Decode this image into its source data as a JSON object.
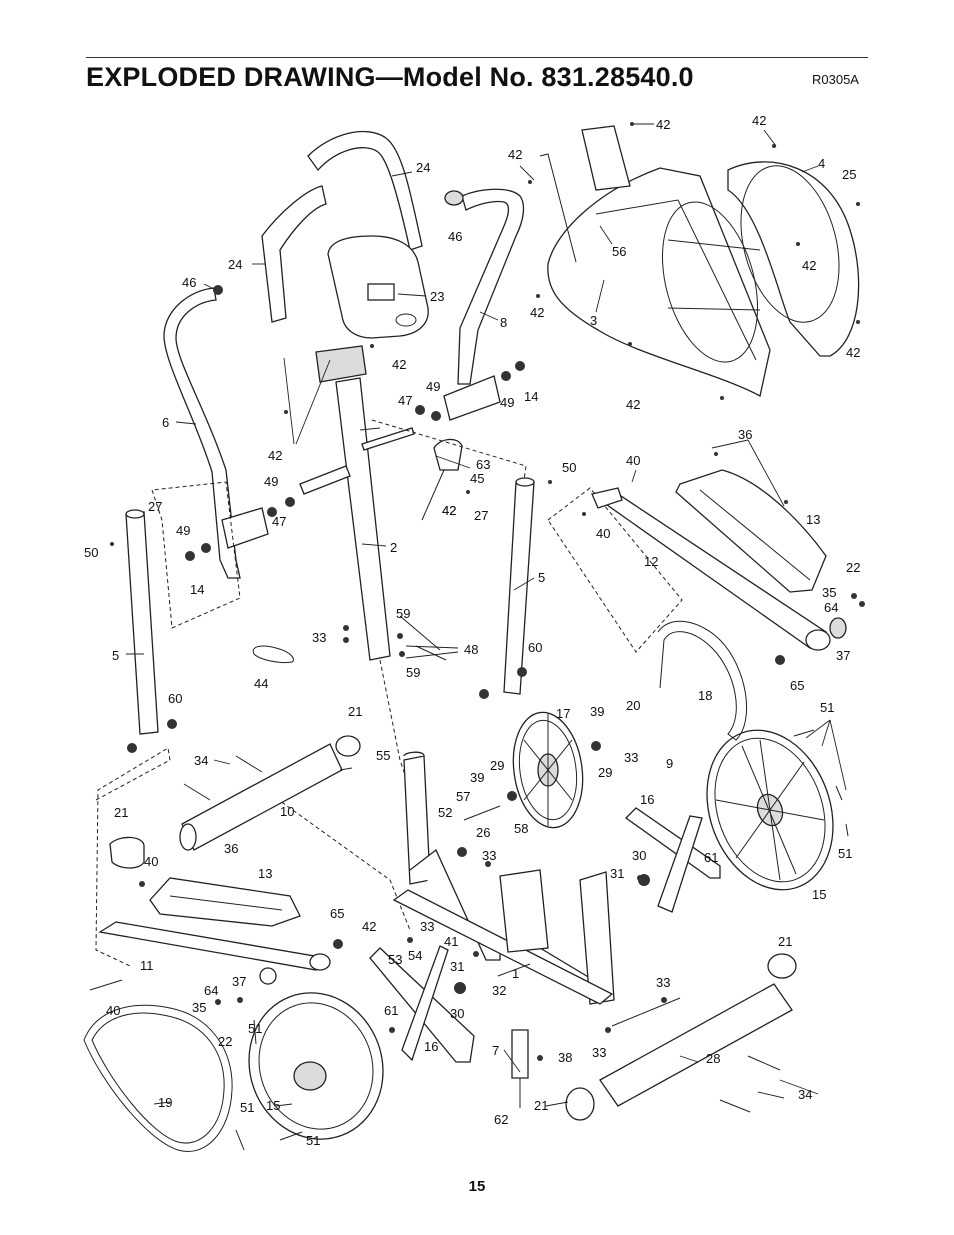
{
  "header": {
    "title": "EXPLODED DRAWING—Model No. 831.28540.0",
    "code": "R0305A"
  },
  "footer": {
    "page_number": "15"
  },
  "callouts": [
    "42",
    "42",
    "42",
    "4",
    "25",
    "24",
    "46",
    "56",
    "42",
    "42",
    "23",
    "8",
    "42",
    "3",
    "42",
    "42",
    "24",
    "46",
    "6",
    "42",
    "47",
    "49",
    "49",
    "14",
    "42",
    "63",
    "45",
    "36",
    "40",
    "50",
    "42",
    "27",
    "13",
    "49",
    "47",
    "27",
    "40",
    "22",
    "35",
    "2",
    "12",
    "5",
    "64",
    "50",
    "49",
    "14",
    "37",
    "59",
    "33",
    "48",
    "65",
    "60",
    "5",
    "59",
    "44",
    "60",
    "21",
    "17",
    "39",
    "18",
    "51",
    "20",
    "34",
    "55",
    "39",
    "29",
    "29",
    "33",
    "9",
    "57",
    "16",
    "10",
    "52",
    "58",
    "26",
    "21",
    "30",
    "61",
    "51",
    "33",
    "40",
    "36",
    "31",
    "13",
    "15",
    "65",
    "33",
    "42",
    "41",
    "21",
    "53",
    "54",
    "31",
    "11",
    "1",
    "33",
    "37",
    "64",
    "32",
    "40",
    "35",
    "51",
    "22",
    "61",
    "30",
    "33",
    "16",
    "7",
    "38",
    "19",
    "28",
    "15",
    "51",
    "34",
    "21",
    "62",
    "51"
  ]
}
